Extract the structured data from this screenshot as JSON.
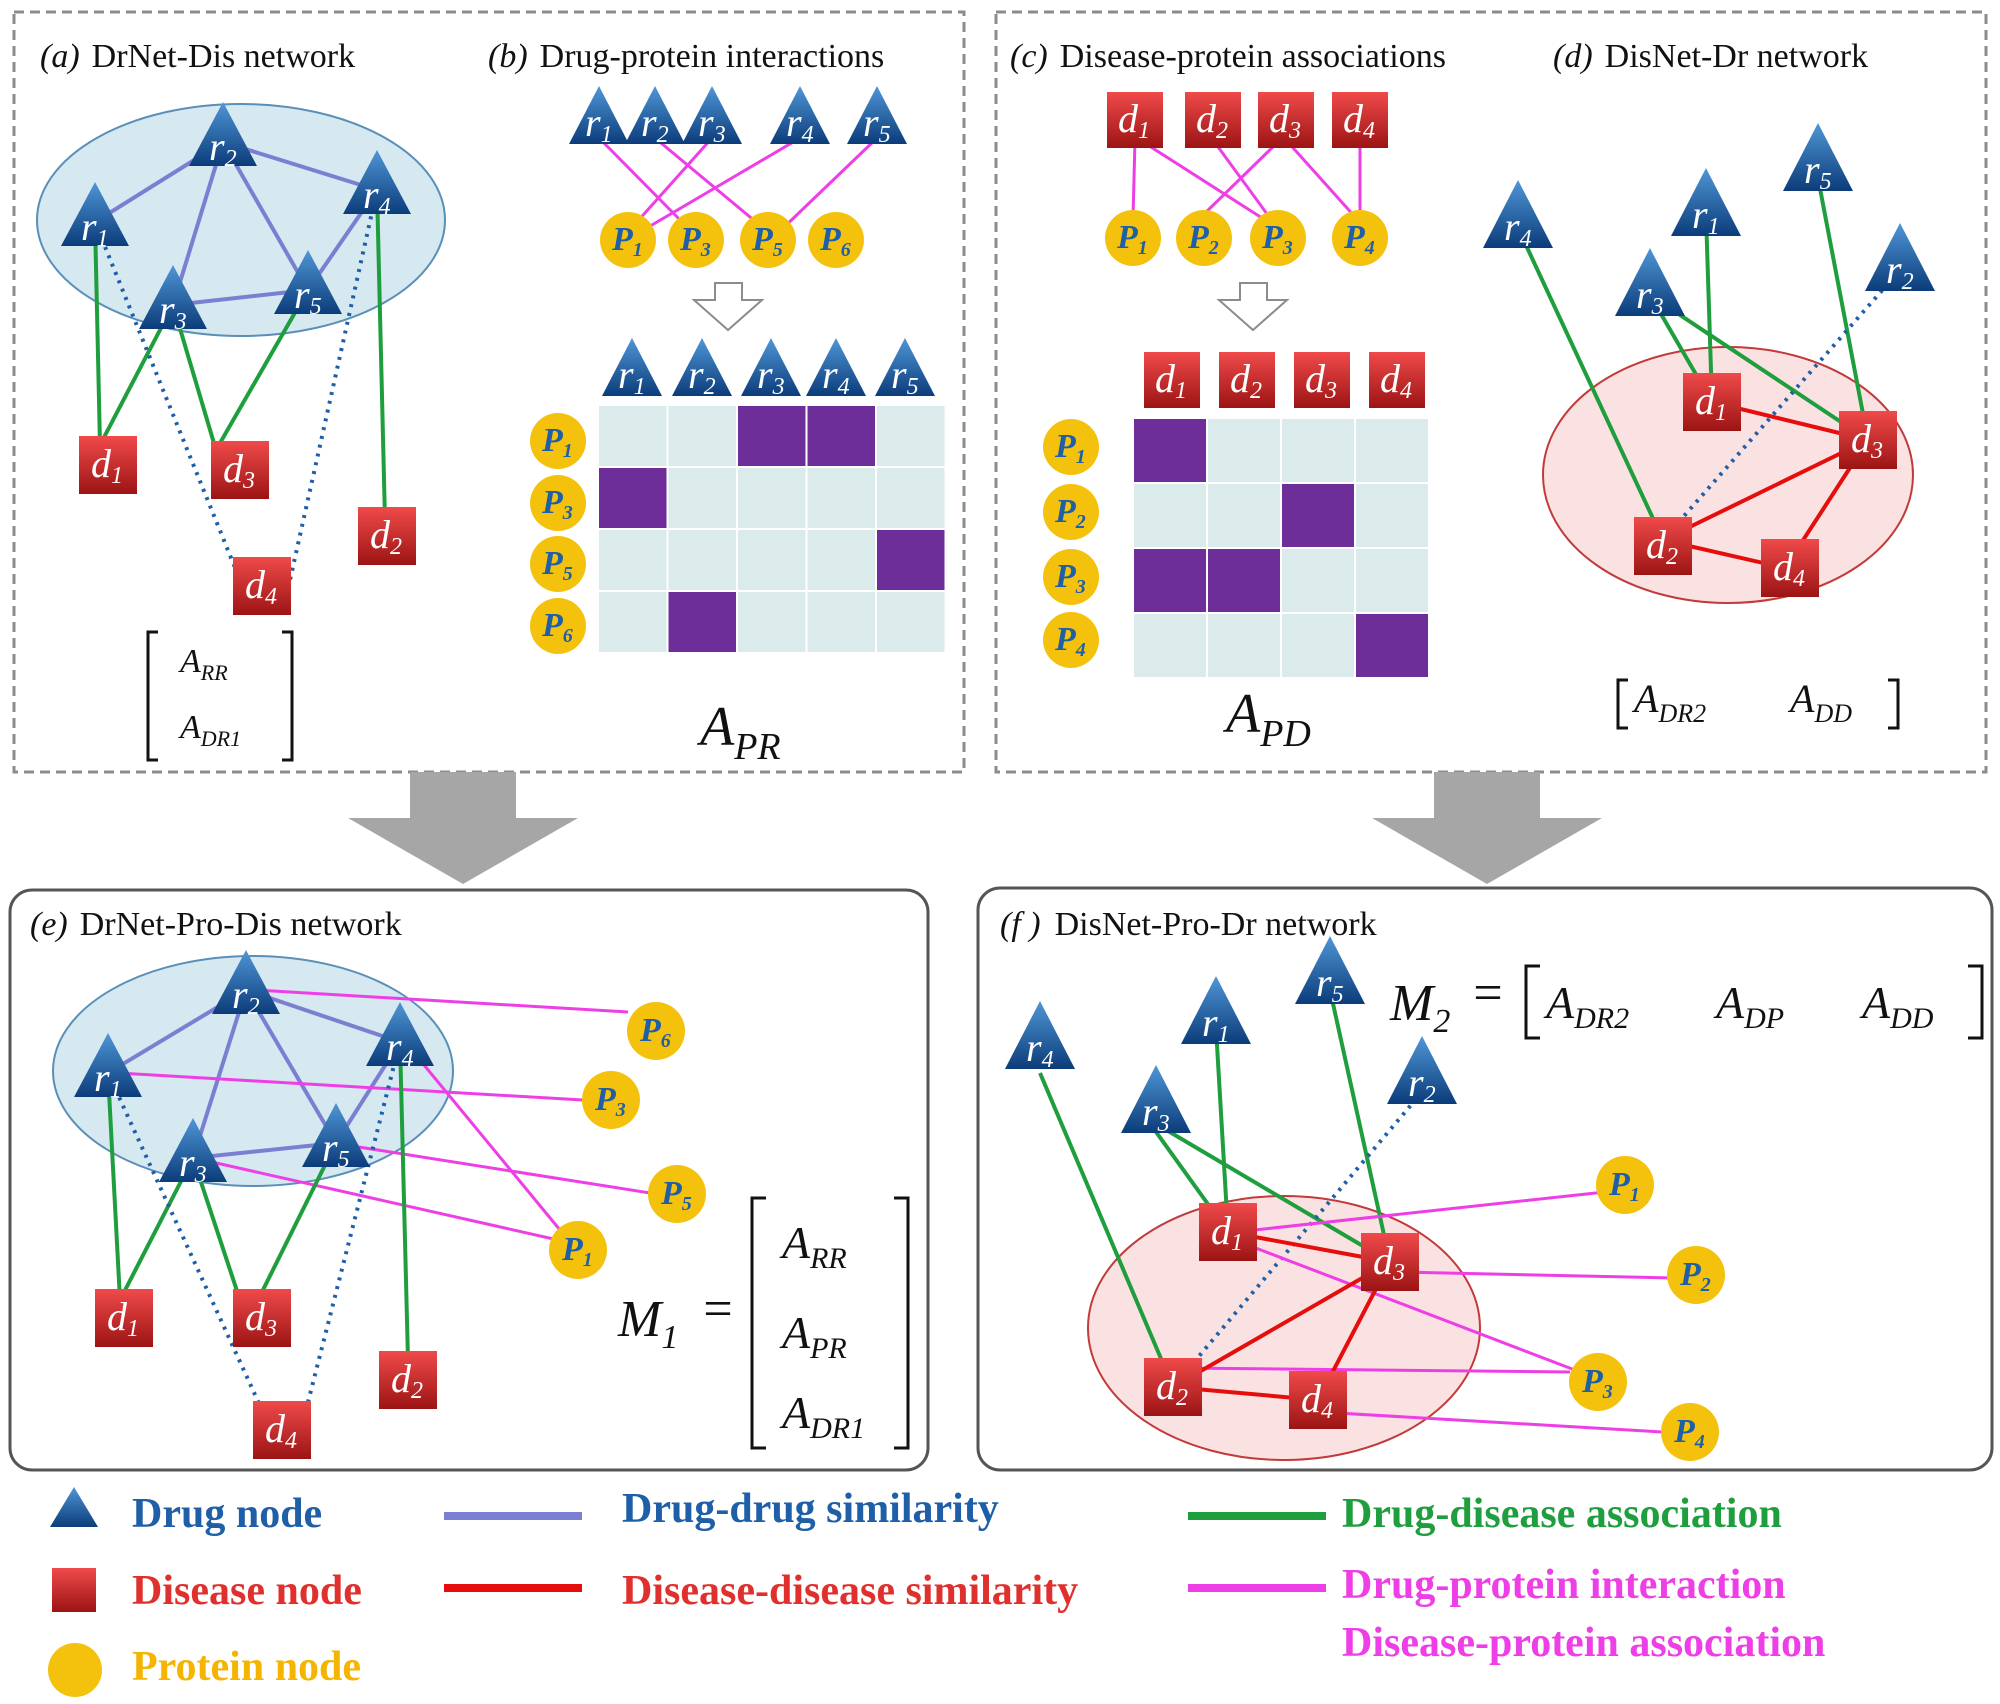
{
  "colors": {
    "drug": "#1f5fa8",
    "disease": "#d11d1d",
    "protein": "#f4c20d",
    "drug_drug_edge": "#7b7fd1",
    "disease_disease_edge": "#e60d0d",
    "drug_disease_edge": "#1f9e3e",
    "protein_edge": "#ee3fe6",
    "matrix_cell": "#dbeaea",
    "matrix_fill": "#6e2e9a"
  },
  "panels": {
    "a": {
      "letter": "(a)",
      "title": "DrNet-Dis network"
    },
    "b": {
      "letter": "(b)",
      "title": "Drug-protein interactions"
    },
    "c": {
      "letter": "(c)",
      "title": "Disease-protein associations"
    },
    "d": {
      "letter": "(d)",
      "title": "DisNet-Dr network"
    },
    "e": {
      "letter": "(e)",
      "title": "DrNet-Pro-Dis network"
    },
    "f": {
      "letter": "(f )",
      "title": "DisNet-Pro-Dr network"
    }
  },
  "matrices": {
    "a": {
      "row1": "A",
      "row1_sub": "RR",
      "row2": "A",
      "row2_sub": "DR1"
    },
    "b": {
      "label": "A",
      "sub": "PR"
    },
    "c": {
      "label": "A",
      "sub": "PD"
    },
    "d": {
      "item1": "A",
      "item1_sub": "DR2",
      "item2": "A",
      "item2_sub": "DD"
    },
    "e": {
      "lhs": "M",
      "lhs_sub": "1",
      "eq": "=",
      "row1": "A",
      "row1_sub": "RR",
      "row2": "A",
      "row2_sub": "PR",
      "row3": "A",
      "row3_sub": "DR1"
    },
    "f": {
      "lhs": "M",
      "lhs_sub": "2",
      "eq": "=",
      "item1": "A",
      "item1_sub": "DR2",
      "item2": "A",
      "item2_sub": "DP",
      "item3": "A",
      "item3_sub": "DD"
    }
  },
  "node_letters": {
    "drug": "r",
    "disease": "d",
    "protein": "P"
  },
  "matrix_b_cells": [
    [
      0,
      0,
      1,
      1,
      0
    ],
    [
      1,
      0,
      0,
      0,
      0
    ],
    [
      0,
      0,
      0,
      0,
      1
    ],
    [
      0,
      1,
      0,
      0,
      0
    ]
  ],
  "matrix_b_rows": [
    "1",
    "3",
    "5",
    "6"
  ],
  "matrix_b_cols": [
    "1",
    "2",
    "3",
    "4",
    "5"
  ],
  "matrix_c_cells": [
    [
      1,
      0,
      0,
      0
    ],
    [
      0,
      0,
      1,
      0
    ],
    [
      1,
      1,
      0,
      0
    ],
    [
      0,
      0,
      0,
      1
    ]
  ],
  "matrix_c_rows": [
    "1",
    "2",
    "3",
    "4"
  ],
  "matrix_c_cols": [
    "1",
    "2",
    "3",
    "4"
  ],
  "legend": {
    "drug_node": "Drug node",
    "disease_node": "Disease node",
    "protein_node": "Protein node",
    "drug_drug": "Drug-drug similarity",
    "disease_disease": "Disease-disease similarity",
    "drug_disease": "Drug-disease association",
    "drug_protein": "Drug-protein interaction",
    "disease_protein": "Disease-protein association"
  }
}
